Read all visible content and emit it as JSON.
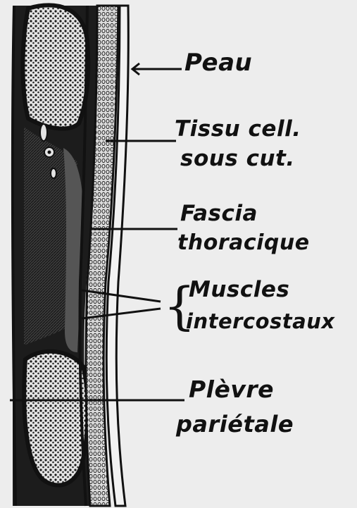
{
  "figure": {
    "labels": {
      "peau": "Peau",
      "tissu_line1": "Tissu cell.",
      "tissu_line2": "sous cut.",
      "fascia_line1": "Fascia",
      "fascia_line2": "thoracique",
      "muscles_line1": "Muscles",
      "muscles_line2": "intercostaux",
      "plevre_line1": "Plèvre",
      "plevre_line2": "pariétale"
    },
    "brace": "{"
  }
}
